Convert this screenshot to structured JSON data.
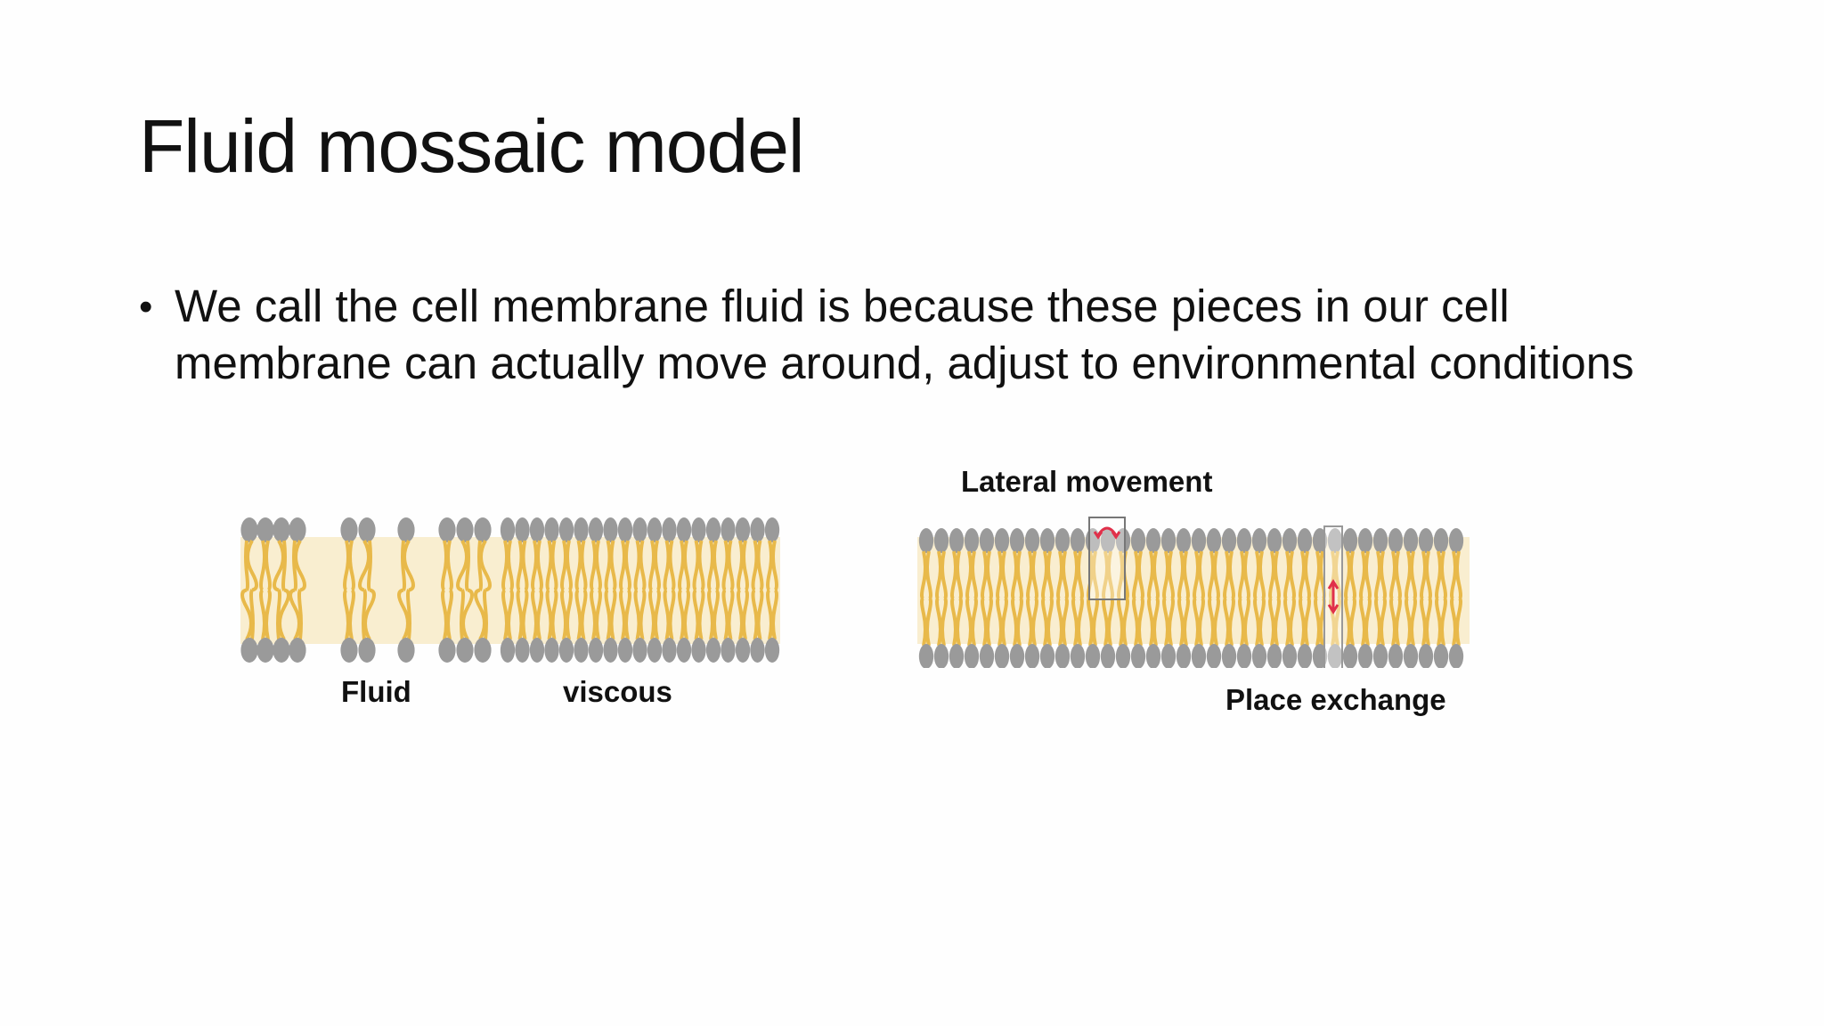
{
  "slide": {
    "title": "Fluid mossaic model",
    "bullet": "We call the cell membrane fluid is because these pieces in our cell membrane can actually move around, adjust to environmental conditions"
  },
  "figure_left": {
    "label_fluid": "Fluid",
    "label_viscous": "viscous"
  },
  "figure_right": {
    "label_lateral": "Lateral movement",
    "label_exchange": "Place exchange"
  },
  "colors": {
    "head": "#9a9a9a",
    "tail": "#e8b94a",
    "tail_dark": "#c9972e",
    "arrow": "#e0304a"
  }
}
